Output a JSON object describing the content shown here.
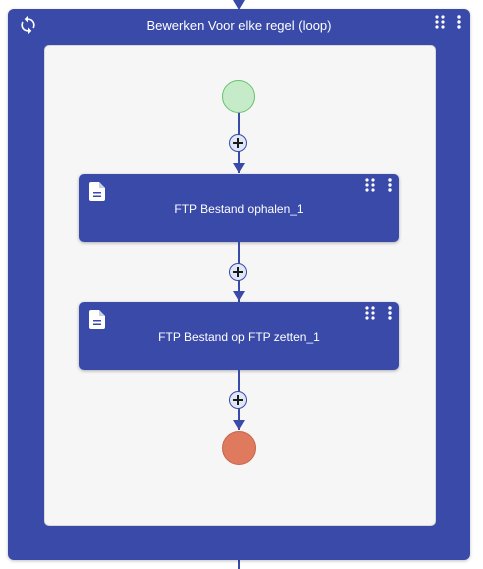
{
  "loop": {
    "title": "Bewerken Voor elke regel (loop)",
    "icon": "loop-refresh-icon",
    "color": "#3a4aa8"
  },
  "steps": [
    {
      "title": "FTP Bestand ophalen_1",
      "icon": "document-icon"
    },
    {
      "title": "FTP Bestand op FTP zetten_1",
      "icon": "document-icon"
    }
  ],
  "colors": {
    "primary": "#3a4aa8",
    "start": "#c5ebc8",
    "start_border": "#67c36f",
    "end": "#e07a5f",
    "plus_fill": "#dfe6f5",
    "canvas": "#f6f6f6"
  }
}
